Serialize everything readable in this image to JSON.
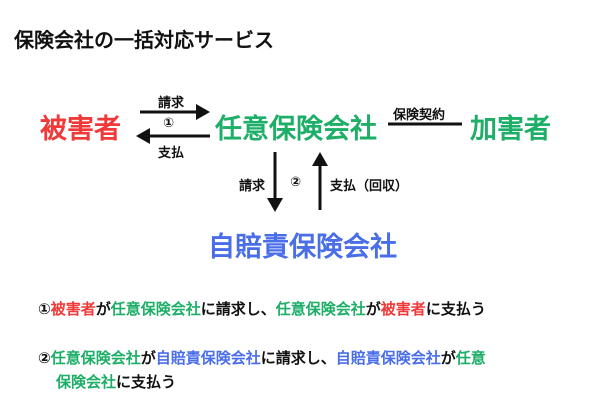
{
  "title": "保険会社の一括対応サービス",
  "colors": {
    "victim": "#f03a3a",
    "insurer": "#1dae67",
    "jibai": "#4a6ee8",
    "line": "#111111"
  },
  "nodes": {
    "victim": "被害者",
    "insurer": "任意保険会社",
    "perpetrator": "加害者",
    "jibai": "自賠責保険会社"
  },
  "edges": {
    "claim1": "請求",
    "pay1": "支払",
    "num1": "①",
    "contract": "保険契約",
    "claim2": "請求",
    "num2": "②",
    "pay2": "支払（回収）"
  },
  "notes": {
    "line1": {
      "num": "①",
      "victim_a": "被害者",
      "ga_a": "が",
      "insurer_a": "任意保険会社",
      "mid": "に請求し、",
      "insurer_b": "任意保険会社",
      "ga_b": "が",
      "victim_b": "被害者",
      "end": "に支払う"
    },
    "line2": {
      "num": "②",
      "insurer_a": "任意保険会社",
      "ga_a": "が",
      "jibai_a": "自賠責保険会社",
      "mid": "に請求し、",
      "jibai_b": "自賠責保険会社",
      "ga_b": "が",
      "insurer_b": "任意",
      "insurer_c": "保険会社",
      "end": "に支払う"
    }
  }
}
